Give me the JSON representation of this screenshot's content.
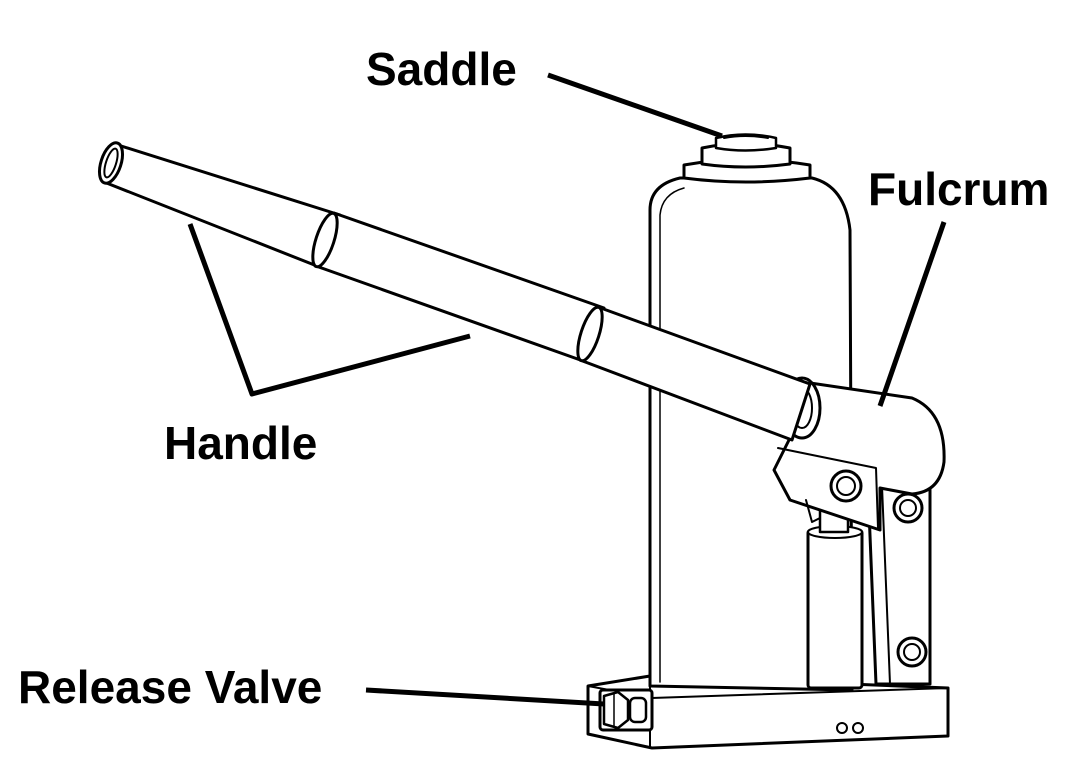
{
  "labels": {
    "saddle": "Saddle",
    "fulcrum": "Fulcrum",
    "handle": "Handle",
    "release_valve": "Release Valve"
  },
  "colors": {
    "ink": "#000000",
    "paper": "#ffffff"
  }
}
